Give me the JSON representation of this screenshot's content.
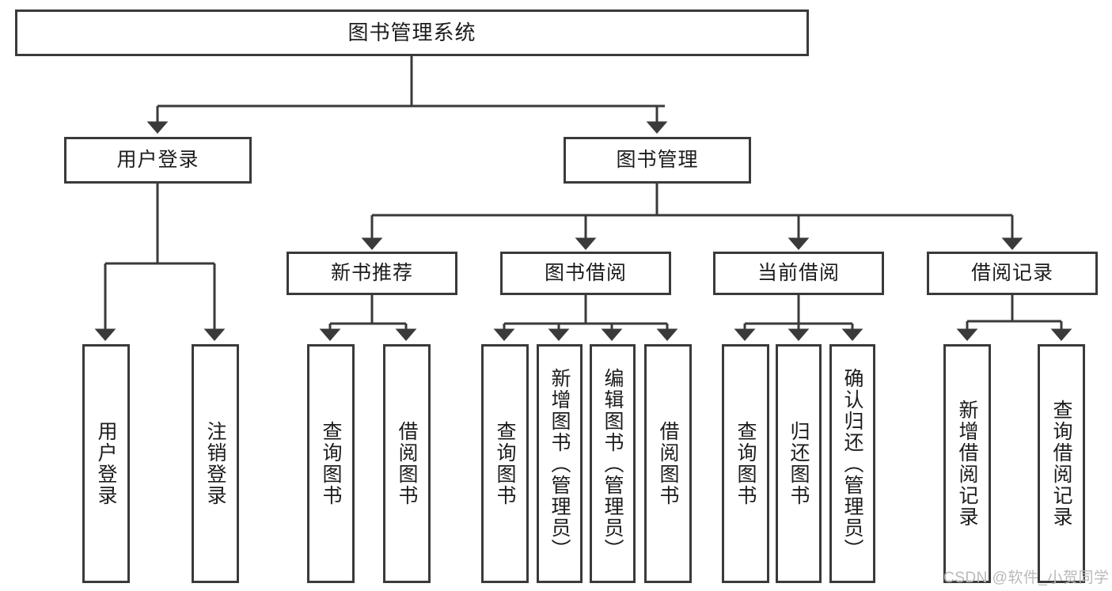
{
  "diagram": {
    "title": "图书管理系统",
    "type": "hierarchy-tree",
    "root": {
      "id": "root",
      "label": "图书管理系统",
      "orientation": "horizontal"
    },
    "level2": [
      {
        "id": "user-login",
        "label": "用户登录",
        "orientation": "horizontal"
      },
      {
        "id": "book-manage",
        "label": "图书管理",
        "orientation": "horizontal"
      }
    ],
    "level3": [
      {
        "id": "new-book-recommend",
        "label": "新书推荐",
        "orientation": "horizontal",
        "parent": "book-manage"
      },
      {
        "id": "book-borrow",
        "label": "图书借阅",
        "orientation": "horizontal",
        "parent": "book-manage"
      },
      {
        "id": "current-borrow",
        "label": "当前借阅",
        "orientation": "horizontal",
        "parent": "book-manage"
      },
      {
        "id": "borrow-record",
        "label": "借阅记录",
        "orientation": "horizontal",
        "parent": "book-manage"
      }
    ],
    "leaves": [
      {
        "id": "leaf-user-login",
        "label": "用户登录",
        "parent": "user-login",
        "orientation": "vertical"
      },
      {
        "id": "leaf-user-logout",
        "label": "注销登录",
        "parent": "user-login",
        "orientation": "vertical"
      },
      {
        "id": "leaf-query-book-1",
        "label": "查询图书",
        "parent": "new-book-recommend",
        "orientation": "vertical"
      },
      {
        "id": "leaf-borrow-book-1",
        "label": "借阅图书",
        "parent": "new-book-recommend",
        "orientation": "vertical"
      },
      {
        "id": "leaf-query-book-2",
        "label": "查询图书",
        "parent": "book-borrow",
        "orientation": "vertical"
      },
      {
        "id": "leaf-add-book",
        "label": "新增图书（管理员）",
        "parent": "book-borrow",
        "orientation": "vertical"
      },
      {
        "id": "leaf-edit-book",
        "label": "编辑图书（管理员）",
        "parent": "book-borrow",
        "orientation": "vertical"
      },
      {
        "id": "leaf-borrow-book-2",
        "label": "借阅图书",
        "parent": "book-borrow",
        "orientation": "vertical"
      },
      {
        "id": "leaf-query-book-3",
        "label": "查询图书",
        "parent": "current-borrow",
        "orientation": "vertical"
      },
      {
        "id": "leaf-return-book",
        "label": "归还图书",
        "parent": "current-borrow",
        "orientation": "vertical"
      },
      {
        "id": "leaf-confirm-return",
        "label": "确认归还（管理员）",
        "parent": "current-borrow",
        "orientation": "vertical"
      },
      {
        "id": "leaf-add-record",
        "label": "新增借阅记录",
        "parent": "borrow-record",
        "orientation": "vertical"
      },
      {
        "id": "leaf-query-record",
        "label": "查询借阅记录",
        "parent": "borrow-record",
        "orientation": "vertical"
      }
    ],
    "colors": {
      "border": "#3a3a3a",
      "background": "#ffffff",
      "text": "#1c1c1c",
      "connector": "#3a3a3a",
      "watermark": "#b9b9b9"
    }
  },
  "watermark": {
    "text": "CSDN @软件_小贺同学"
  }
}
